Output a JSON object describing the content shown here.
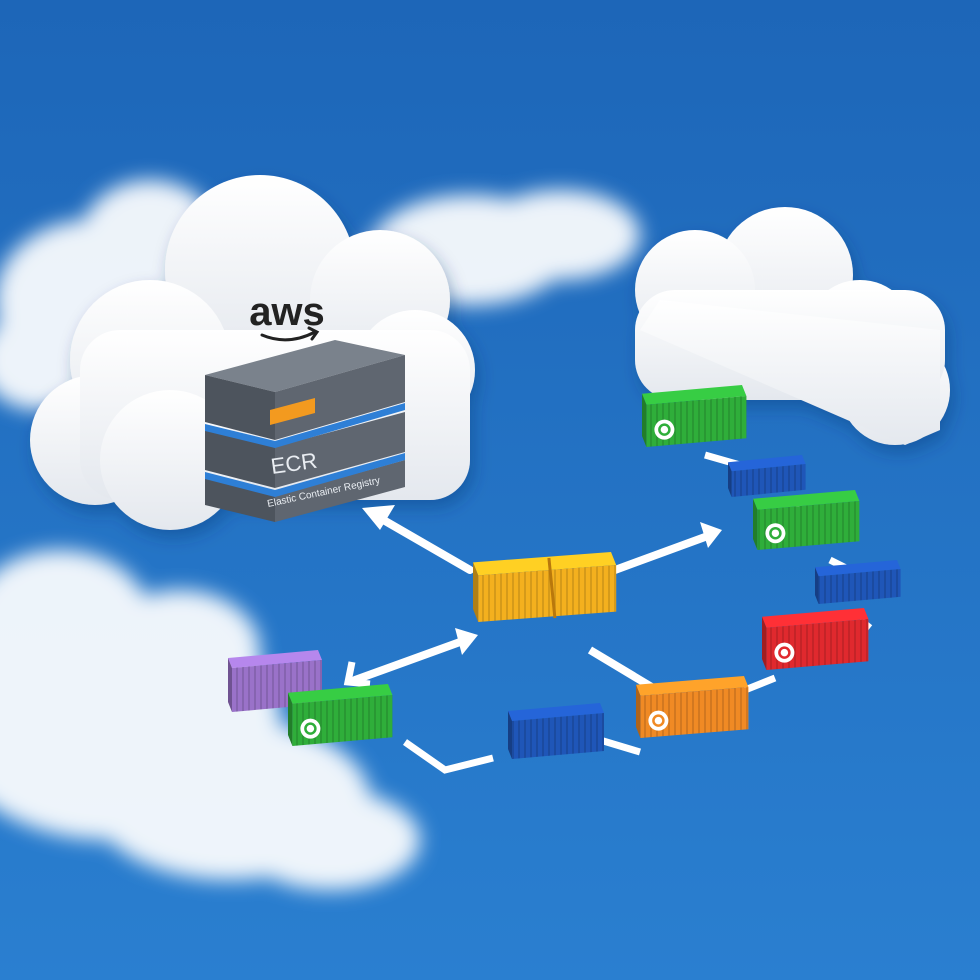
{
  "cloud": {
    "logo_text": "aws"
  },
  "server": {
    "title": "ECR",
    "subtitle": "Elastic Container Registry"
  },
  "colors": {
    "sky_top": "#1d66b8",
    "sky_bottom": "#2a7fd0",
    "cloud": "#ffffff",
    "server_dark": "#5f6670",
    "server_stripe": "#2e7fd6",
    "server_tag": "#f39a1f",
    "arrow": "#ffffff",
    "container_green": "#2fae3a",
    "container_blue": "#1f56b8",
    "container_red": "#e0292e",
    "container_orange": "#f08a24",
    "container_yellow": "#f4b01e",
    "container_purple": "#9a72c9"
  },
  "containers": [
    {
      "name": "container-green-1",
      "color": "container_green",
      "badge": true
    },
    {
      "name": "container-blue-1",
      "color": "container_blue",
      "badge": false
    },
    {
      "name": "container-green-2",
      "color": "container_green",
      "badge": true
    },
    {
      "name": "container-blue-2",
      "color": "container_blue",
      "badge": false
    },
    {
      "name": "container-red",
      "color": "container_red",
      "badge": true
    },
    {
      "name": "container-orange",
      "color": "container_orange",
      "badge": true
    },
    {
      "name": "container-blue-3",
      "color": "container_blue",
      "badge": false
    },
    {
      "name": "container-yellow-hub",
      "color": "container_yellow",
      "badge": false
    },
    {
      "name": "container-purple",
      "color": "container_purple",
      "badge": false
    },
    {
      "name": "container-green-3",
      "color": "container_green",
      "badge": true
    }
  ]
}
